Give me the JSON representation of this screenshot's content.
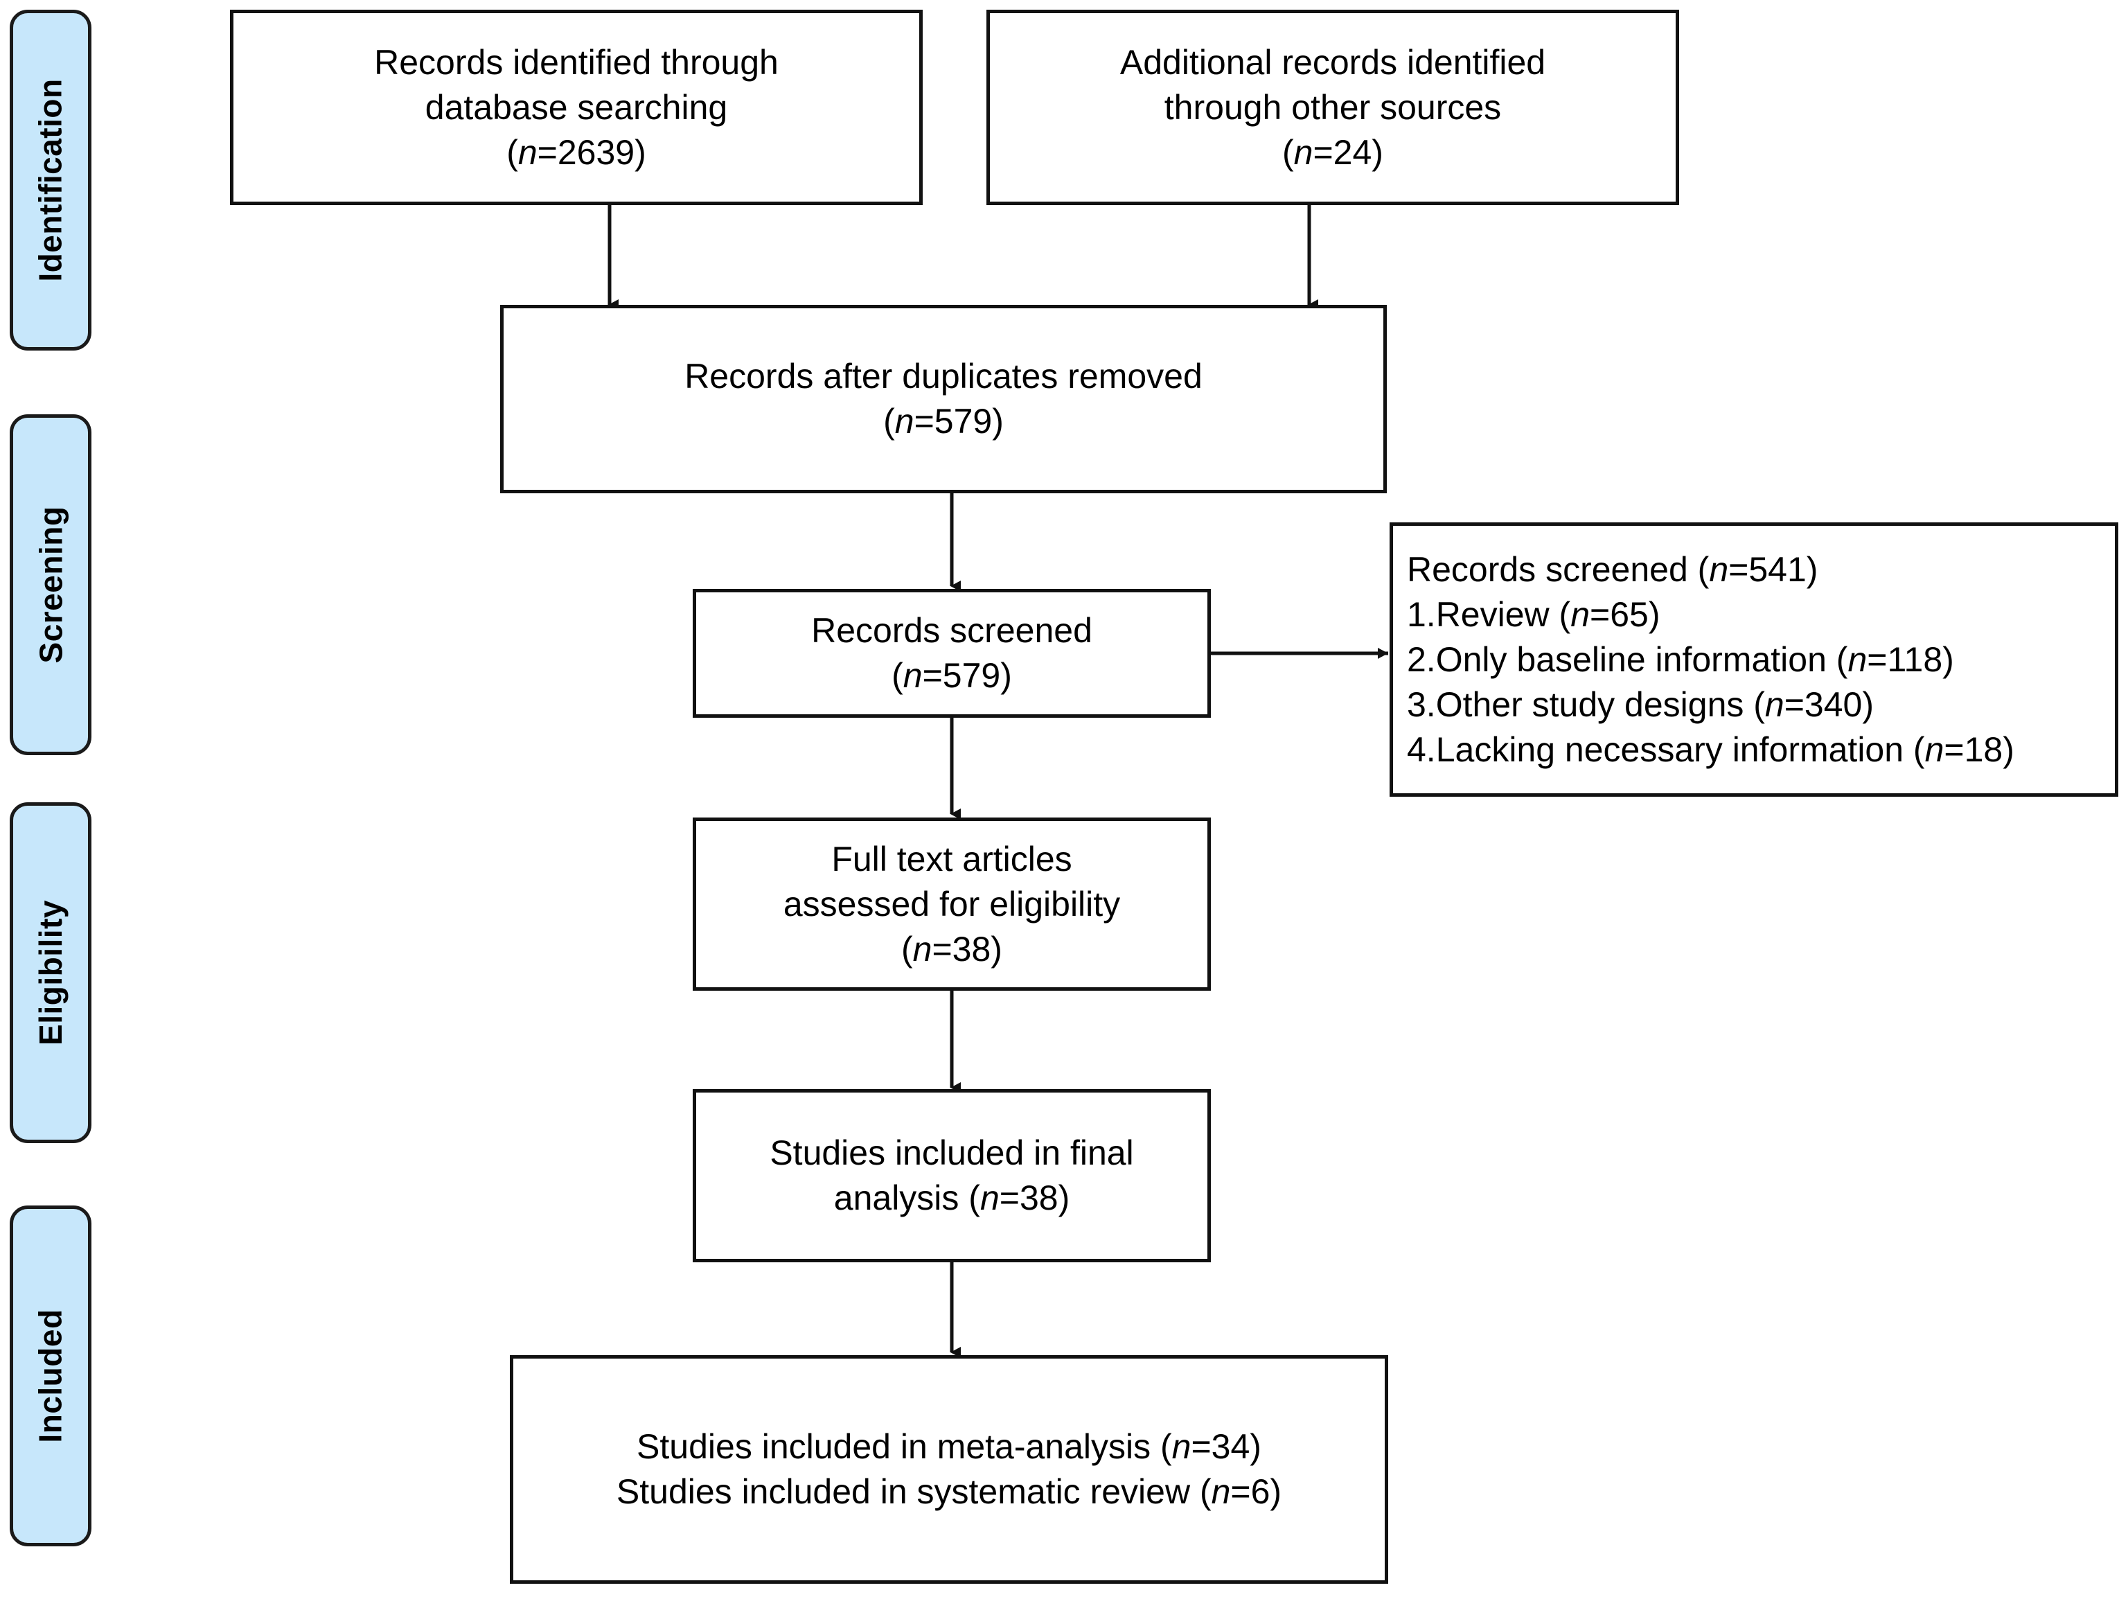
{
  "phases": [
    {
      "label": "Identification"
    },
    {
      "label": "Screening"
    },
    {
      "label": "Eligibility"
    },
    {
      "label": "Included"
    }
  ],
  "boxes": {
    "db_search": {
      "line1": "Records identified through",
      "line2": "database searching",
      "count_prefix": "(",
      "count_n": "n",
      "count_value": "=2639)"
    },
    "other_sources": {
      "line1": "Additional records identified",
      "line2": "through other sources",
      "count_prefix": "(",
      "count_n": "n",
      "count_value": "=24)"
    },
    "duplicates_removed": {
      "line1": "Records after duplicates removed",
      "count_prefix": "(",
      "count_n": "n",
      "count_value": "=579)"
    },
    "records_screened": {
      "line1": "Records screened",
      "count_prefix": "(",
      "count_n": "n",
      "count_value": "=579)"
    },
    "excluded": {
      "header_text": "Records screened (",
      "header_n": "n",
      "header_value": "=541)",
      "reasons": [
        {
          "text": "1.Review (",
          "n": "n",
          "value": "=65)"
        },
        {
          "text": "2.Only baseline information (",
          "n": "n",
          "value": "=118)"
        },
        {
          "text": "3.Other study designs (",
          "n": "n",
          "value": "=340)"
        },
        {
          "text": "4.Lacking necessary information (",
          "n": "n",
          "value": "=18)"
        }
      ]
    },
    "full_text": {
      "line1": "Full text articles",
      "line2": "assessed for eligibility",
      "count_prefix": "(",
      "count_n": "n",
      "count_value": "=38)"
    },
    "final_analysis": {
      "line1": "Studies included in final",
      "line2_prefix": "analysis (",
      "line2_n": "n",
      "line2_value": "=38)"
    },
    "included_final": {
      "line1_prefix": "Studies included in meta-analysis (",
      "line1_n": "n",
      "line1_value": "=34)",
      "line2_prefix": "Studies included in systematic review (",
      "line2_n": "n",
      "line2_value": "=6)"
    }
  },
  "colors": {
    "phase_fill": "#c7e7fb",
    "box_border": "#111111",
    "connector": "#1a1a1a",
    "background": "#ffffff"
  },
  "chart_data": {
    "type": "diagram",
    "title": "PRISMA study selection flow diagram",
    "nodes": [
      {
        "id": "db_search",
        "phase": "Identification",
        "label": "Records identified through database searching",
        "n": 2639
      },
      {
        "id": "other_sources",
        "phase": "Identification",
        "label": "Additional records identified through other sources",
        "n": 24
      },
      {
        "id": "duplicates_removed",
        "phase": "Screening",
        "label": "Records after duplicates removed",
        "n": 579
      },
      {
        "id": "records_screened",
        "phase": "Screening",
        "label": "Records screened",
        "n": 579
      },
      {
        "id": "excluded",
        "phase": "Screening",
        "label": "Records screened (excluded)",
        "n": 541,
        "breakdown": [
          {
            "reason": "Review",
            "n": 65
          },
          {
            "reason": "Only baseline information",
            "n": 118
          },
          {
            "reason": "Other study designs",
            "n": 340
          },
          {
            "reason": "Lacking necessary information",
            "n": 18
          }
        ]
      },
      {
        "id": "full_text",
        "phase": "Eligibility",
        "label": "Full text articles assessed for eligibility",
        "n": 38
      },
      {
        "id": "final_analysis",
        "phase": "Eligibility",
        "label": "Studies included in final analysis",
        "n": 38
      },
      {
        "id": "included_meta",
        "phase": "Included",
        "label": "Studies included in meta-analysis",
        "n": 34
      },
      {
        "id": "included_systematic",
        "phase": "Included",
        "label": "Studies included in systematic review",
        "n": 6
      }
    ],
    "edges": [
      {
        "from": "db_search",
        "to": "duplicates_removed",
        "direction": "down"
      },
      {
        "from": "other_sources",
        "to": "duplicates_removed",
        "direction": "down"
      },
      {
        "from": "duplicates_removed",
        "to": "records_screened",
        "direction": "down"
      },
      {
        "from": "records_screened",
        "to": "excluded",
        "direction": "right"
      },
      {
        "from": "records_screened",
        "to": "full_text",
        "direction": "down"
      },
      {
        "from": "full_text",
        "to": "final_analysis",
        "direction": "down"
      },
      {
        "from": "final_analysis",
        "to": "included_meta",
        "direction": "down"
      }
    ]
  }
}
